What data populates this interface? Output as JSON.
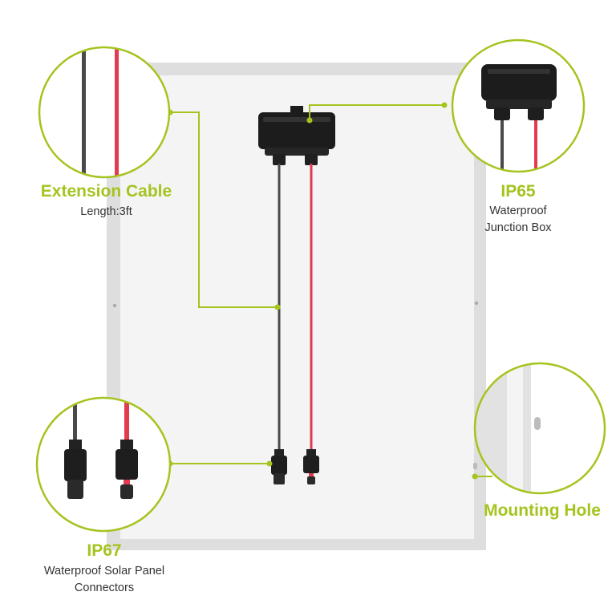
{
  "colors": {
    "accent": "#a4c41f",
    "red_wire": "#e23a4e",
    "black_wire": "#4a4a4a",
    "panel": "#f3f3f3",
    "frame": "#dcdcdc"
  },
  "callouts": {
    "extension_cable": {
      "title": "Extension Cable",
      "subtitle": "Length:3ft"
    },
    "junction_box": {
      "title": "IP65",
      "line1": "Waterproof",
      "line2": "Junction Box"
    },
    "connectors": {
      "title": "IP67",
      "line1": "Waterproof Solar Panel",
      "line2": "Connectors"
    },
    "mounting_hole": {
      "title": "Mounting Hole"
    }
  }
}
